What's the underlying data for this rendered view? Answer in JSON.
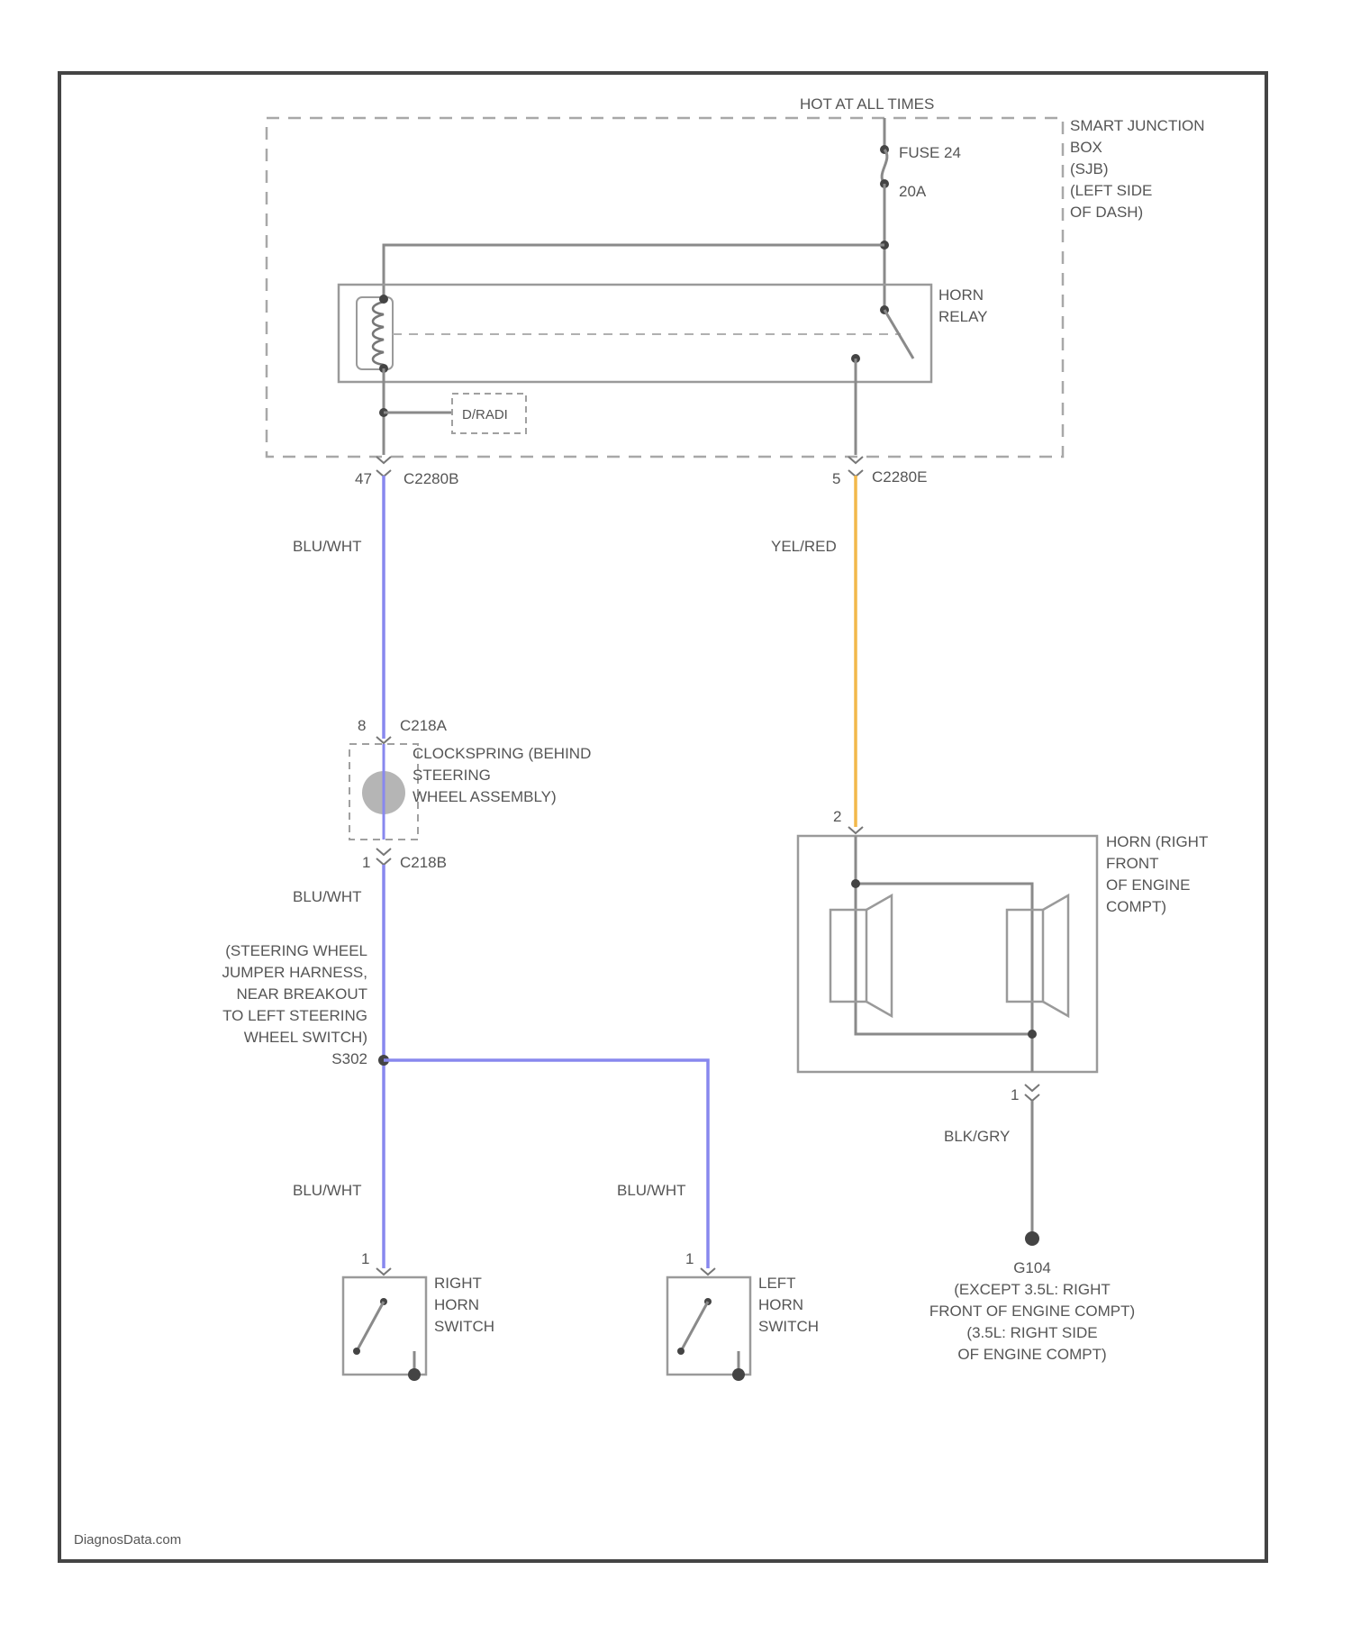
{
  "colors": {
    "wire_blue": "#8888ee",
    "wire_yellow": "#f2b84b",
    "wire_gray": "#8a8a8a",
    "frame": "#444444"
  },
  "power": {
    "hot_label": "HOT AT ALL TIMES",
    "fuse_name": "FUSE 24",
    "fuse_rating": "20A"
  },
  "junction_box": {
    "lines": [
      "SMART JUNCTION",
      "BOX",
      "(SJB)",
      "(LEFT SIDE",
      "OF DASH)"
    ]
  },
  "relay": {
    "lines": [
      "HORN",
      "RELAY"
    ]
  },
  "diode_label": "D/RADI",
  "connectors": {
    "c2280b_left_pin": "47",
    "c2280b_left": "C2280B",
    "c2280e_right_pin": "5",
    "c2280e_right": "C2280E",
    "c218a_pin": "8",
    "c218a": "C218A",
    "c218b_pin": "1",
    "c218b": "C218B",
    "horn_in_pin": "2",
    "horn_out_pin": "1",
    "right_switch_pin": "1",
    "left_switch_pin": "1"
  },
  "wires": {
    "blu_wht_1": "BLU/WHT",
    "yel_red": "YEL/RED",
    "blu_wht_2": "BLU/WHT",
    "blu_wht_3": "BLU/WHT",
    "blu_wht_4": "BLU/WHT",
    "blk_gry": "BLK/GRY"
  },
  "clockspring": {
    "lines": [
      "CLOCKSPRING (BEHIND",
      "STEERING",
      "WHEEL ASSEMBLY)"
    ]
  },
  "splice": {
    "lines": [
      "(STEERING WHEEL",
      "JUMPER HARNESS,",
      "NEAR BREAKOUT",
      "TO LEFT STEERING",
      "WHEEL SWITCH)",
      "S302"
    ]
  },
  "horn": {
    "lines": [
      "HORN (RIGHT",
      "FRONT",
      "OF ENGINE",
      "COMPT)"
    ]
  },
  "ground": {
    "lines": [
      "G104",
      "(EXCEPT 3.5L: RIGHT",
      "FRONT OF ENGINE COMPT)",
      "(3.5L: RIGHT SIDE",
      "OF ENGINE COMPT)"
    ]
  },
  "right_switch": {
    "lines": [
      "RIGHT",
      "HORN",
      "SWITCH"
    ]
  },
  "left_switch": {
    "lines": [
      "LEFT",
      "HORN",
      "SWITCH"
    ]
  },
  "watermark": "DiagnosData.com"
}
